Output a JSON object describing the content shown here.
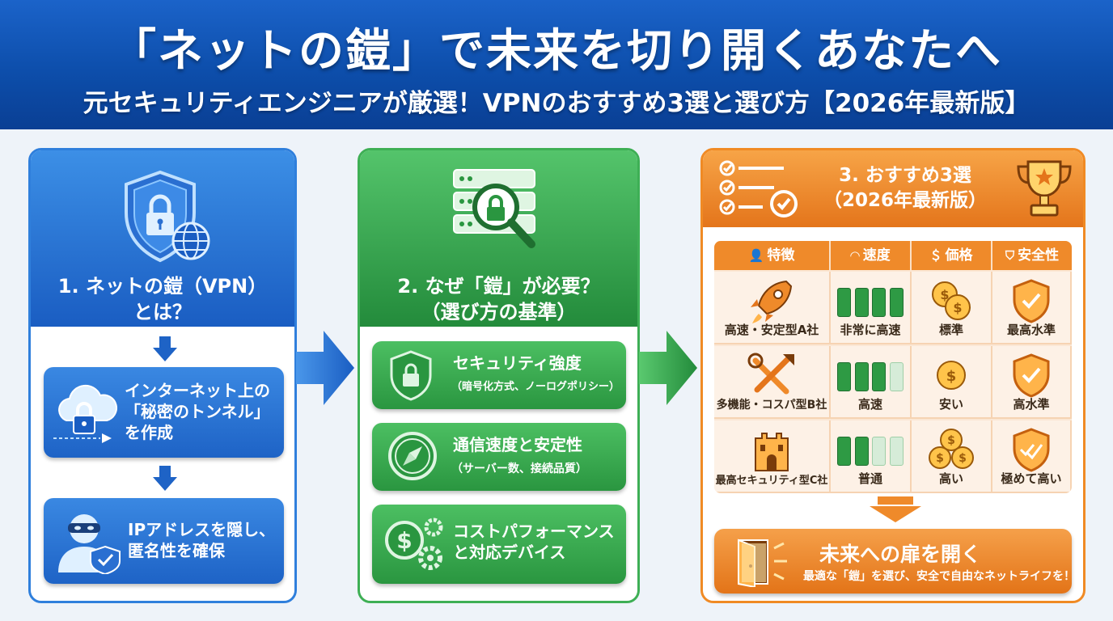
{
  "header": {
    "title": "「ネットの鎧」で未来を切り開くあなたへ",
    "subtitle": "元セキュリティエンジニアが厳選！VPNのおすすめ3選と選び方【2026年最新版】"
  },
  "panel1": {
    "heading_line1": "1. ネットの鎧（VPN）",
    "heading_line2": "とは？",
    "cards": [
      {
        "lines": [
          "インターネット上の",
          "「秘密のトンネル」",
          "を作成"
        ]
      },
      {
        "lines": [
          "IPアドレスを隠し、",
          "匿名性を確保"
        ]
      }
    ]
  },
  "panel2": {
    "heading_line1": "2. なぜ「鎧」が必要？",
    "heading_line2": "（選び方の基準）",
    "cards": [
      {
        "title": "セキュリティ強度",
        "sub": "（暗号化方式、ノーログポリシー）"
      },
      {
        "title": "通信速度と安定性",
        "sub": "（サーバー数、接続品質）"
      },
      {
        "title_line1": "コストパフォーマンス",
        "title_line2": "と対応デバイス"
      }
    ]
  },
  "panel3": {
    "heading_line1": "3. おすすめ3選",
    "heading_line2": "（2026年最新版）",
    "table": {
      "headers": [
        "特徴",
        "速度",
        "価格",
        "安全性"
      ],
      "rows": [
        {
          "feature": "高速・安定型A社",
          "speed": "非常に高速",
          "speed_level": 4,
          "price": "標準",
          "safety": "最高水準"
        },
        {
          "feature": "多機能・コスパ型B社",
          "speed": "高速",
          "speed_level": 3,
          "price": "安い",
          "safety": "高水準"
        },
        {
          "feature": "最高セキュリティ型C社",
          "speed": "普通",
          "speed_level": 2,
          "price": "高い",
          "safety": "極めて高い"
        }
      ],
      "speed_max": 4
    },
    "door": {
      "title": "未来への扉を開く",
      "sub": "最適な「鎧」を選び、安全で自由なネットライフを！"
    }
  },
  "colors": {
    "blue": "#1e63c6",
    "green": "#2a9640",
    "orange": "#ef8a2a",
    "bar_on": "#2e9a44",
    "bar_off": "#d6ecd8"
  }
}
